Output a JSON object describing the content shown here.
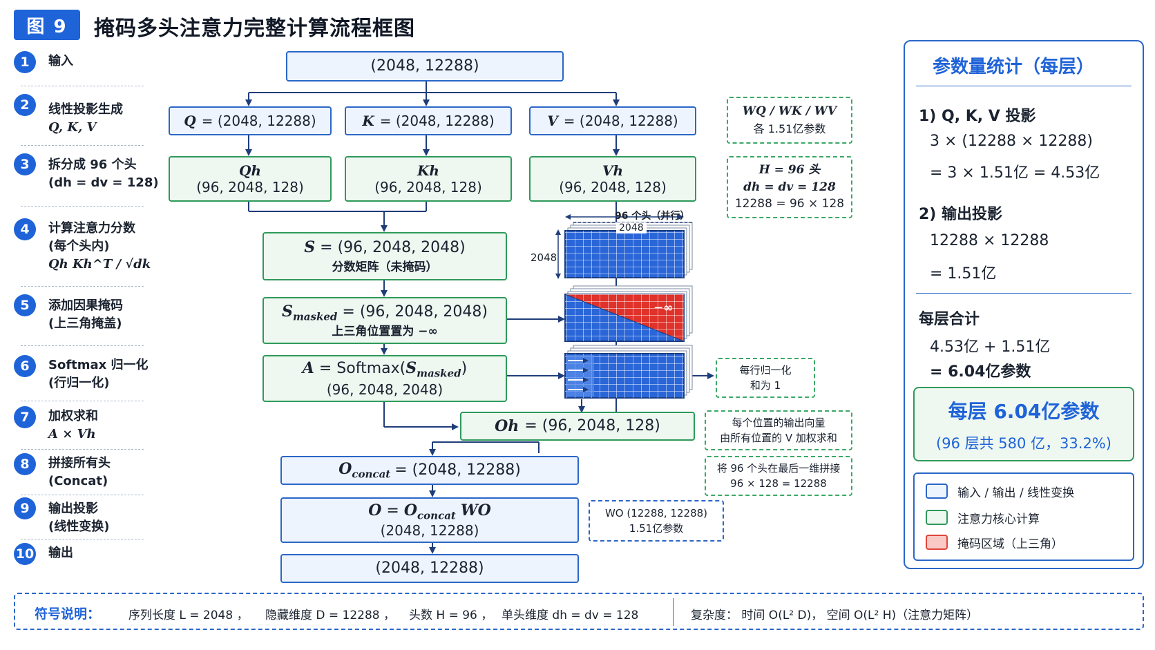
{
  "header": {
    "badge": "图 9",
    "title": "掩码多头注意力完整计算流程框图"
  },
  "steps": [
    {
      "num": "1",
      "line1": "输入",
      "line2": ""
    },
    {
      "num": "2",
      "line1": "线性投影生成",
      "line2": "Q, K, V"
    },
    {
      "num": "3",
      "line1": "拆分成 96 个头",
      "line2": "(dh = dv = 128)"
    },
    {
      "num": "4",
      "line1": "计算注意力分数",
      "line2": "(每个头内)",
      "line3": "Qh Kh^T / √dk"
    },
    {
      "num": "5",
      "line1": "添加因果掩码",
      "line2": "(上三角掩盖)"
    },
    {
      "num": "6",
      "line1": "Softmax 归一化",
      "line2": "(行归一化)"
    },
    {
      "num": "7",
      "line1": "加权求和",
      "line2": "A × Vh"
    },
    {
      "num": "8",
      "line1": "拼接所有头",
      "line2": "(Concat)"
    },
    {
      "num": "9",
      "line1": "输出投影",
      "line2": "(线性变换)"
    },
    {
      "num": "10",
      "line1": "输出",
      "line2": ""
    }
  ],
  "flow": {
    "input": "(2048, 12288)",
    "q": {
      "sym": "Q",
      "eq": "= (2048, 12288)"
    },
    "k": {
      "sym": "K",
      "eq": "= (2048, 12288)"
    },
    "v": {
      "sym": "V",
      "eq": "= (2048, 12288)"
    },
    "qh": {
      "sym": "Qh",
      "shape": "(96, 2048, 128)"
    },
    "kh": {
      "sym": "Kh",
      "shape": "(96, 2048, 128)"
    },
    "vh": {
      "sym": "Vh",
      "shape": "(96, 2048, 128)"
    },
    "s": {
      "sym": "S",
      "eq": "= (96, 2048, 2048)",
      "desc": "分数矩阵（未掩码）"
    },
    "smasked": {
      "sym": "S",
      "subsym": "masked",
      "eq": "= (96, 2048, 2048)",
      "desc": "上三角位置置为 −∞"
    },
    "a": {
      "sym": "A",
      "eq": "= Softmax(",
      "argsym": "S",
      "argsub": "masked",
      "close": ")",
      "shape": "(96, 2048, 2048)"
    },
    "oh": {
      "sym": "Oh",
      "eq": "= (96, 2048, 128)"
    },
    "oconcat": {
      "sym": "O",
      "subsym": "concat",
      "eq": "= (2048, 12288)"
    },
    "o": {
      "sym": "O",
      "eq": "=",
      "rhs": "O",
      "rhssub": "concat",
      "w": "WO",
      "shape": "(2048, 12288)"
    },
    "output": "(2048, 12288)"
  },
  "matrix": {
    "heads_label": "96 个头（并行）",
    "cols_label": "2048",
    "rows_label": "2048",
    "mask_label": "−∞"
  },
  "notes": {
    "wqkv": {
      "line1": "WQ / WK / WV",
      "line2": "各 1.51亿参数"
    },
    "heads": {
      "line1": "H = 96 头",
      "line2": "dh = dv = 128",
      "line3": "12288 = 96 × 128"
    },
    "rownorm": {
      "line1": "每行归一化",
      "line2": "和为 1"
    },
    "weighted": {
      "line1": "每个位置的输出向量",
      "line2": "由所有位置的 V 加权求和"
    },
    "concat": {
      "line1": "将 96 个头在最后一维拼接",
      "line2": "96 × 128 = 12288"
    },
    "wo": {
      "line1": "WO (12288, 12288)",
      "line2": "1.51亿参数"
    }
  },
  "params": {
    "title": "参数量统计（每层）",
    "s1_title": "1) Q, K, V 投影",
    "s1_l1": "3 × (12288 × 12288)",
    "s1_l2": "= 3 × 1.51亿 = 4.53亿",
    "s2_title": "2) 输出投影",
    "s2_l1": "12288 × 12288",
    "s2_l2": "= 1.51亿",
    "total_title": "每层合计",
    "total_l1": "4.53亿 + 1.51亿",
    "total_l2": "= 6.04亿参数",
    "highlight_l1": "每层 6.04亿参数",
    "highlight_l2": "(96 层共 580 亿，33.2%)"
  },
  "legend": [
    {
      "label": "输入 / 输出 / 线性变换",
      "color": "#2a66c8",
      "fill": "#eef4fd"
    },
    {
      "label": "注意力核心计算",
      "color": "#2e9a5a",
      "fill": "#eef8f1"
    },
    {
      "label": "掩码区域（上三角）",
      "color": "#e0443a",
      "fill": "#f9c9c6"
    }
  ],
  "footer": {
    "label": "符号说明：",
    "t1": "序列长度 L = 2048 ，",
    "t2": "隐藏维度 D = 12288 ，",
    "t3": "头数 H = 96 ，",
    "t4": "单头维度 dh = dv = 128",
    "complexity": "复杂度：  时间 O(L² D)，  空间 O(L² H)（注意力矩阵）"
  },
  "colors": {
    "blue": "#2a66c8",
    "green": "#2e9a5a",
    "red": "#e0443a",
    "accent": "#1f63d8"
  }
}
